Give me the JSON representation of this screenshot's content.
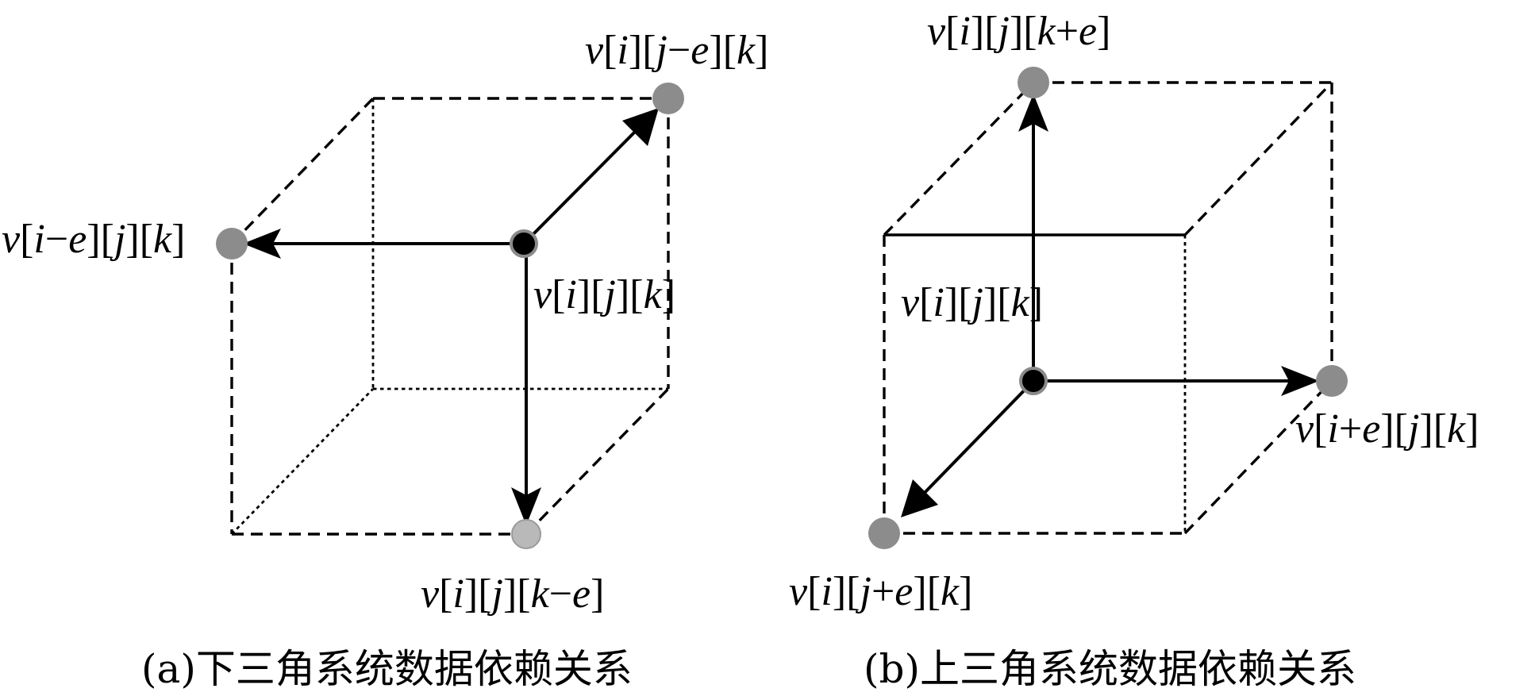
{
  "panels": {
    "a": {
      "caption": "(a)下三角系统数据依赖关系",
      "nodes": {
        "center": {
          "v": "v",
          "i": "i",
          "j": "j",
          "k": "k",
          "op": ""
        },
        "j_minus": {
          "v": "v",
          "i": "i",
          "j": "j",
          "op": "−",
          "e": "e",
          "k": "k"
        },
        "i_minus": {
          "v": "v",
          "i": "i",
          "op": "−",
          "e": "e",
          "j": "j",
          "k": "k"
        },
        "k_minus": {
          "v": "v",
          "i": "i",
          "j": "j",
          "k": "k",
          "op": "−",
          "e": "e"
        }
      }
    },
    "b": {
      "caption": "(b)上三角系统数据依赖关系",
      "nodes": {
        "center": {
          "v": "v",
          "i": "i",
          "j": "j",
          "k": "k"
        },
        "k_plus": {
          "v": "v",
          "i": "i",
          "j": "j",
          "k": "k",
          "op": "+",
          "e": "e"
        },
        "i_plus": {
          "v": "v",
          "i": "i",
          "op": "+",
          "e": "e",
          "j": "j",
          "k": "k"
        },
        "j_plus": {
          "v": "v",
          "i": "i",
          "j": "j",
          "op": "+",
          "e": "e",
          "k": "k"
        }
      }
    }
  }
}
